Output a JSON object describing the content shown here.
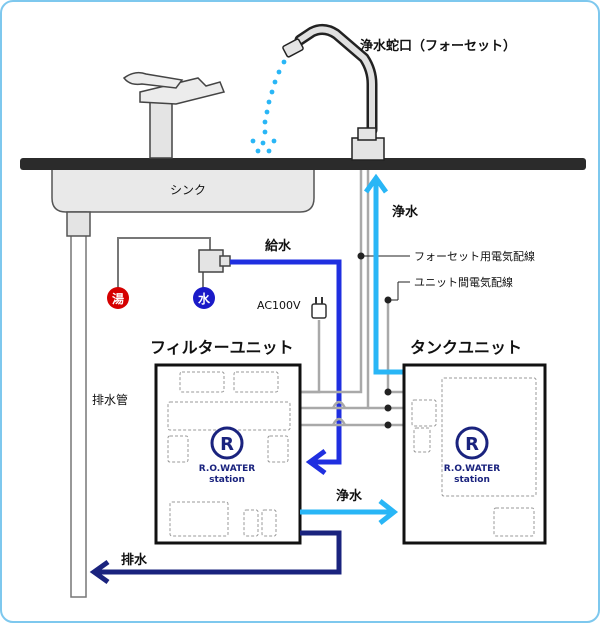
{
  "labels": {
    "faucet": "浄水蛇口（フォーセット）",
    "sink": "シンク",
    "hot": "湯",
    "cold": "水",
    "supply": "給水",
    "pure_top": "浄水",
    "faucet_wiring": "フォーセット用電気配線",
    "unit_wiring": "ユニット間電気配線",
    "ac": "AC100V",
    "filter_unit": "フィルターユニット",
    "tank_unit": "タンクユニット",
    "drain_pipe": "排水管",
    "pure_mid": "浄水",
    "drain": "排水",
    "logo_left_line1": "R.O.WATER",
    "logo_left_line2": "station",
    "logo_right_line1": "R.O.WATER",
    "logo_right_line2": "station",
    "logo_mark": "R"
  },
  "colors": {
    "frame": "#7ec8ee",
    "dark_blue": "#1a237e",
    "supply_blue": "#1f2fe0",
    "pure_blue": "#29b6f6",
    "grey_pipe": "#a9a9a9",
    "hot_red": "#d50000",
    "cold_blue": "#1a1ac8",
    "counter": "#2b2b2b"
  }
}
